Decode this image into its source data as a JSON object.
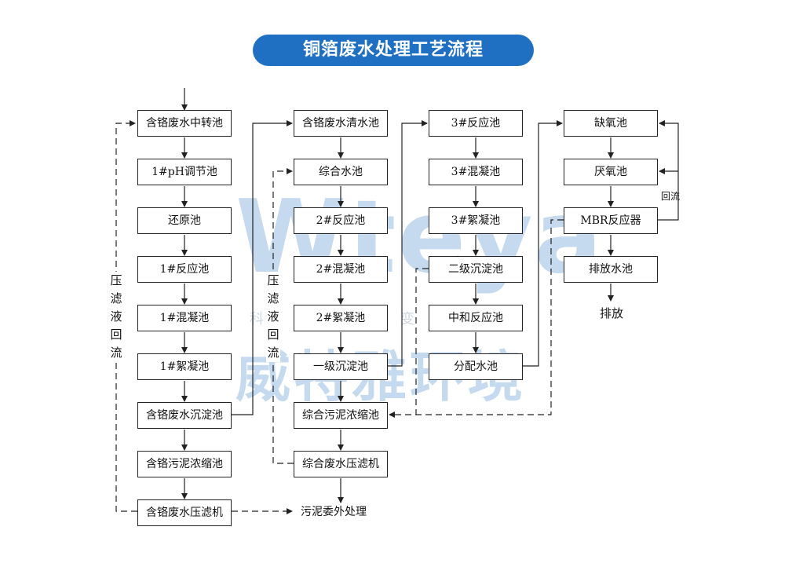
{
  "title": "铜箔废水处理工艺流程",
  "watermark": {
    "brand": "Wteya",
    "name": "威特雅环境",
    "slogan": "科技改变环境"
  },
  "col1": [
    "含铬废水中转池",
    "1#pH调节池",
    "还原池",
    "1#反应池",
    "1#混凝池",
    "1#絮凝池",
    "含铬废水沉淀池",
    "含铬污泥浓缩池",
    "含铬废水压滤机"
  ],
  "col2": [
    "含铬废水清水池",
    "综合水池",
    "2#反应池",
    "2#混凝池",
    "2#絮凝池",
    "一级沉淀池",
    "综合污泥浓缩池",
    "综合废水压滤机"
  ],
  "col3": [
    "3#反应池",
    "3#混凝池",
    "3#絮凝池",
    "二级沉淀池",
    "中和反应池",
    "分配水池"
  ],
  "col4": [
    "缺氧池",
    "厌氧池",
    "MBR反应器",
    "排放水池"
  ],
  "labels": {
    "discharge": "排放",
    "sludge_outsource": "污泥委外处理",
    "reflux": "回流",
    "filtrate_return_1": "压滤液回流",
    "filtrate_return_2": "压滤液回流"
  },
  "colors": {
    "title_bg": "#1f6fc2",
    "watermark": "#c5daef"
  }
}
